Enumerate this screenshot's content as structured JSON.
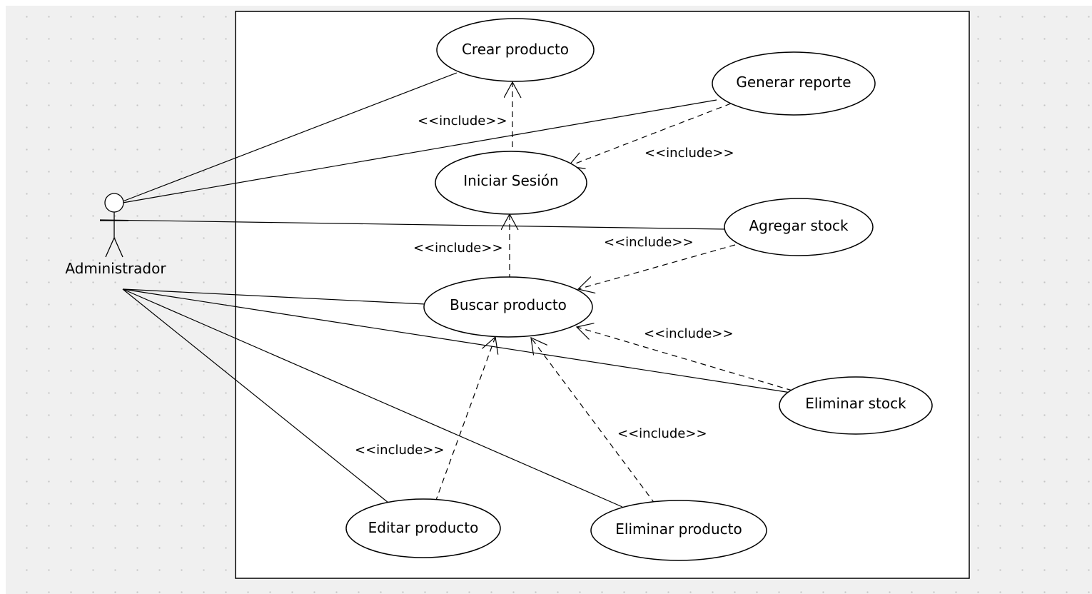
{
  "actor": {
    "name": "Administrador"
  },
  "use_cases": {
    "crear_producto": "Crear producto",
    "generar_reporte": "Generar reporte",
    "iniciar_sesion": "Iniciar Sesión",
    "agregar_stock": "Agregar stock",
    "buscar_producto": "Buscar producto",
    "eliminar_stock": "Eliminar stock",
    "editar_producto": "Editar producto",
    "eliminar_producto": "Eliminar producto"
  },
  "relations": {
    "include_label": "<<include>>"
  }
}
